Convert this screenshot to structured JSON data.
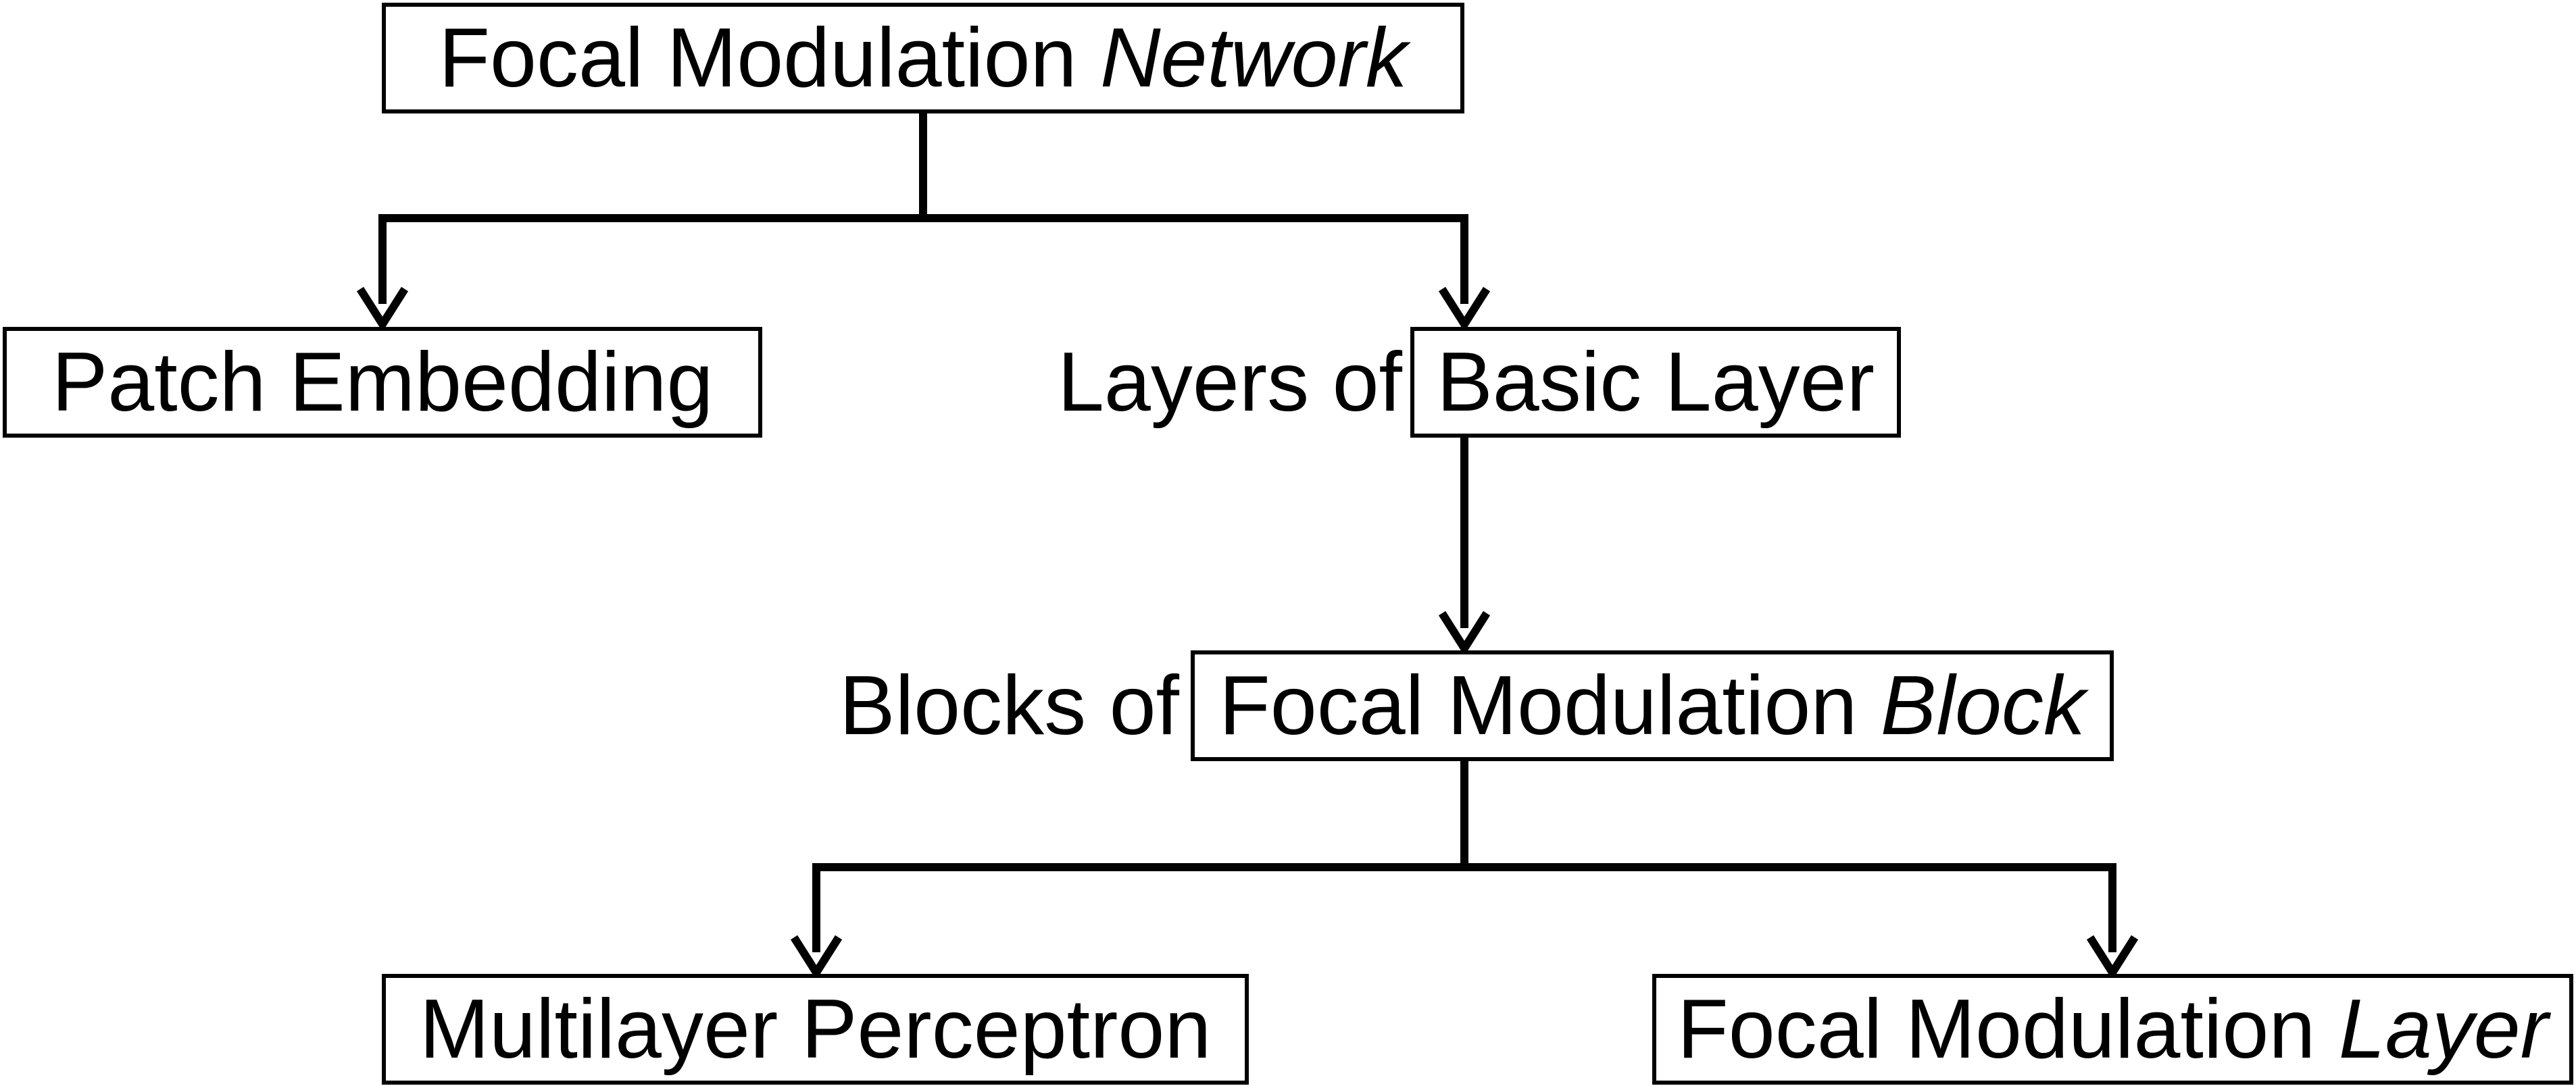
{
  "diagram": {
    "title_node": {
      "label": "Focal Modulation",
      "label_italic": "Network"
    },
    "patch_node": {
      "label": "Patch Embedding"
    },
    "basic_layer": {
      "prefix": "Layers of",
      "label": "Basic Layer"
    },
    "block_node": {
      "prefix": "Blocks of",
      "label": "Focal Modulation",
      "label_italic": "Block"
    },
    "mlp_node": {
      "label": "Multilayer Perceptron"
    },
    "layer_node": {
      "label": "Focal Modulation",
      "label_italic": "Layer"
    },
    "colors": {
      "line": "#000000",
      "box_border": "#000000",
      "background": "#ffffff"
    }
  }
}
